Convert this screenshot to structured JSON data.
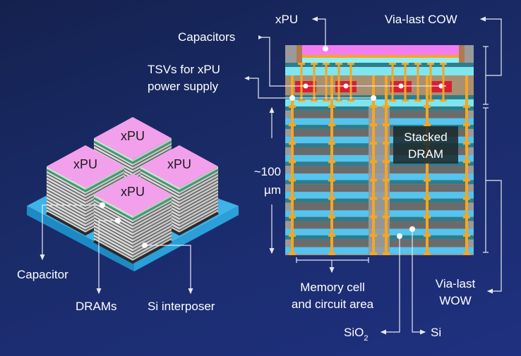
{
  "colors": {
    "background": "#1a2b68",
    "xpu_pink": "#f2a0ec",
    "xpu_magenta": "#f07ef0",
    "interposer_blue": "#3fb3e8",
    "dram_layer_gray": "#6b6b6b",
    "oxide_cyan": "#7fe6ef",
    "si_blue": "#55c4ee",
    "tsv_orange": "#f5a623",
    "capacitor_red": "#d62030",
    "callout_line": "#e6e8f2"
  },
  "left_package": {
    "chips": [
      {
        "label": "xPU"
      },
      {
        "label": "xPU"
      },
      {
        "label": "xPU"
      },
      {
        "label": "xPU"
      }
    ],
    "callouts": {
      "capacitor": "Capacitor",
      "drams": "DRAMs",
      "interposer": "Si interposer"
    }
  },
  "cross_section": {
    "top_labels": {
      "xpu": "xPU",
      "via_last_cow": "Via-last COW",
      "capacitors": "Capacitors",
      "tsvs_line1": "TSVs for xPU",
      "tsvs_line2": "power supply"
    },
    "height_label": {
      "line1": "~100",
      "line2": "µm"
    },
    "stacked_dram": {
      "line1": "Stacked",
      "line2": "DRAM"
    },
    "bottom_labels": {
      "memory_line1": "Memory cell",
      "memory_line2": "and circuit area",
      "sio2": "SiO",
      "sio2_sub": "2",
      "si": "Si",
      "via_last_wow_line1": "Via-last",
      "via_last_wow_line2": "WOW"
    },
    "dram_layer_count": 8,
    "capacitor_count": 4
  }
}
